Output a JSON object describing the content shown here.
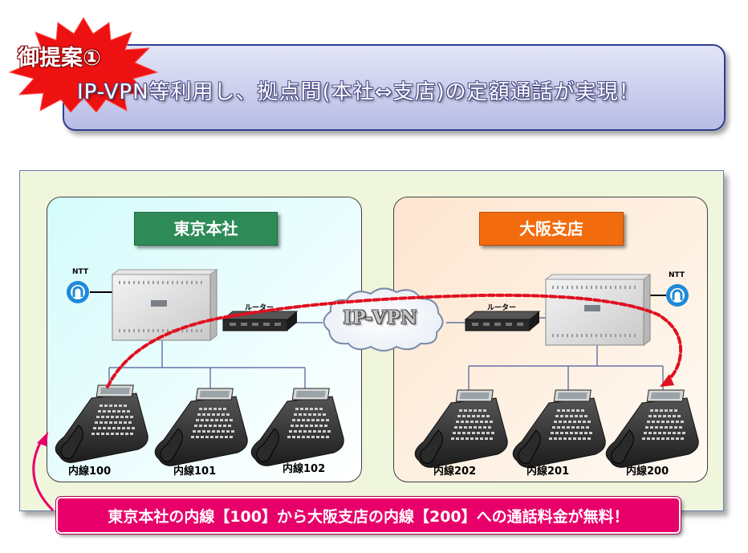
{
  "header": {
    "badge": "御提案①",
    "headline": "IP-VPN等利用し、拠点間(本社⇔支店)の定額通話が実現！"
  },
  "sites": {
    "tokyo": {
      "name": "東京本社",
      "ntt": "NTT",
      "router": "ルーター",
      "extensions": [
        "内線100",
        "内線101",
        "内線102"
      ],
      "color": "#2e8b57"
    },
    "osaka": {
      "name": "大阪支店",
      "ntt": "NTT",
      "router": "ルーター",
      "extensions": [
        "内線202",
        "内線201",
        "内線200"
      ],
      "color": "#f26c0d"
    }
  },
  "network": {
    "vpn_label": "IP-VPN"
  },
  "footer": {
    "message": "東京本社の内線【100】から大阪支店の内線【200】への通話料金が無料！"
  },
  "colors": {
    "call_path": "#e01020",
    "footer_bg": "#e8006a",
    "title_border": "#2f3f8f"
  }
}
